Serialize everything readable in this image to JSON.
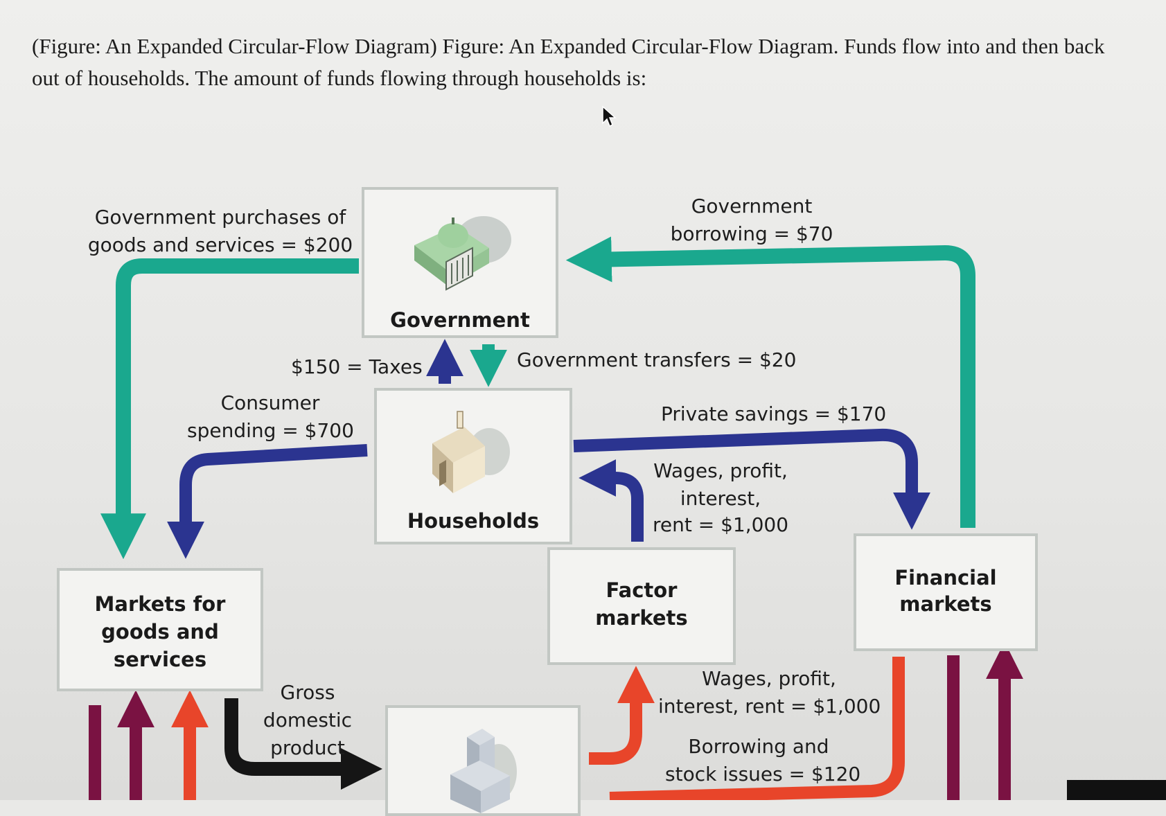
{
  "question": "(Figure: An Expanded Circular-Flow Diagram) Figure: An Expanded Circular-Flow Diagram. Funds flow into and then back out of households. The amount of funds flowing through households is:",
  "nodes": {
    "government": "Government",
    "households": "Households",
    "markets_goods": [
      "Markets for",
      "goods and",
      "services"
    ],
    "factor_markets": [
      "Factor",
      "markets"
    ],
    "financial_markets": [
      "Financial",
      "markets"
    ]
  },
  "flows": {
    "gov_purchases": [
      "Government purchases of",
      "goods and services = $200"
    ],
    "gov_borrowing": [
      "Government",
      "borrowing = $70"
    ],
    "taxes": "$150 = Taxes",
    "transfers": "Government transfers = $20",
    "consumer_spending": [
      "Consumer",
      "spending = $700"
    ],
    "private_savings": "Private savings = $170",
    "wages_top": [
      "Wages, profit,",
      "interest,",
      "rent = $1,000"
    ],
    "gdp": [
      "Gross",
      "domestic",
      "product"
    ],
    "wages_bottom": [
      "Wages, profit,",
      "interest, rent = $1,000"
    ],
    "borrowing_stock": [
      "Borrowing and",
      "stock issues = $120"
    ]
  },
  "colors": {
    "teal": "#1aa88e",
    "navy": "#2b3490",
    "red": "#e8452a",
    "maroon": "#7a1242",
    "black": "#151515"
  }
}
